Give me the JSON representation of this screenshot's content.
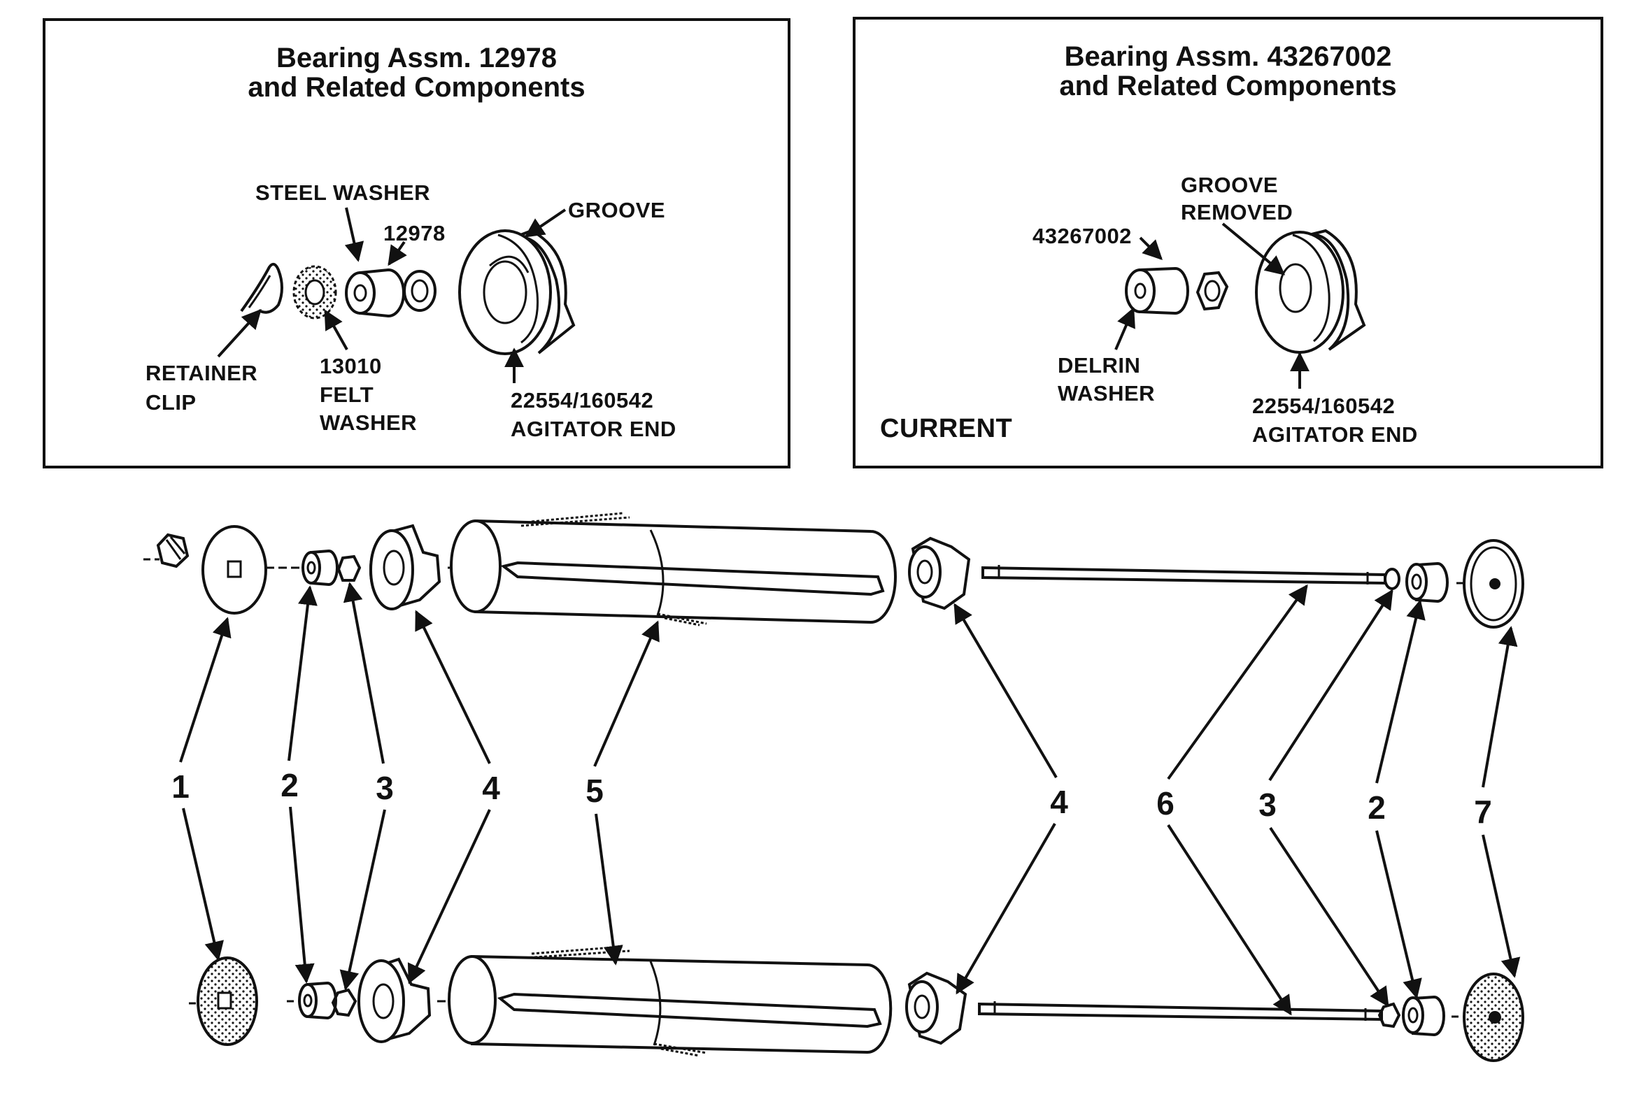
{
  "left_panel": {
    "title_line1": "Bearing Assm. 12978",
    "title_line2": "and Related Components",
    "labels": {
      "steel_washer": "STEEL WASHER",
      "bearing_number": "12978",
      "groove": "GROOVE",
      "retainer_clip_line1": "RETAINER",
      "retainer_clip_line2": "CLIP",
      "felt_washer_line1": "13010",
      "felt_washer_line2": "FELT",
      "felt_washer_line3": "WASHER",
      "agitator_end_line1": "22554/160542",
      "agitator_end_line2": "AGITATOR END"
    }
  },
  "right_panel": {
    "title_line1": "Bearing Assm. 43267002",
    "title_line2": "and Related Components",
    "labels": {
      "groove_removed_line1": "GROOVE",
      "groove_removed_line2": "REMOVED",
      "bearing_number": "43267002",
      "delrin_washer_line1": "DELRIN",
      "delrin_washer_line2": "WASHER",
      "current": "CURRENT",
      "agitator_end_line1": "22554/160542",
      "agitator_end_line2": "AGITATOR END"
    }
  },
  "callouts": [
    "1",
    "2",
    "3",
    "4",
    "5",
    "4",
    "6",
    "3",
    "2",
    "7"
  ],
  "colors": {
    "ink": "#111111",
    "paper": "#ffffff"
  }
}
